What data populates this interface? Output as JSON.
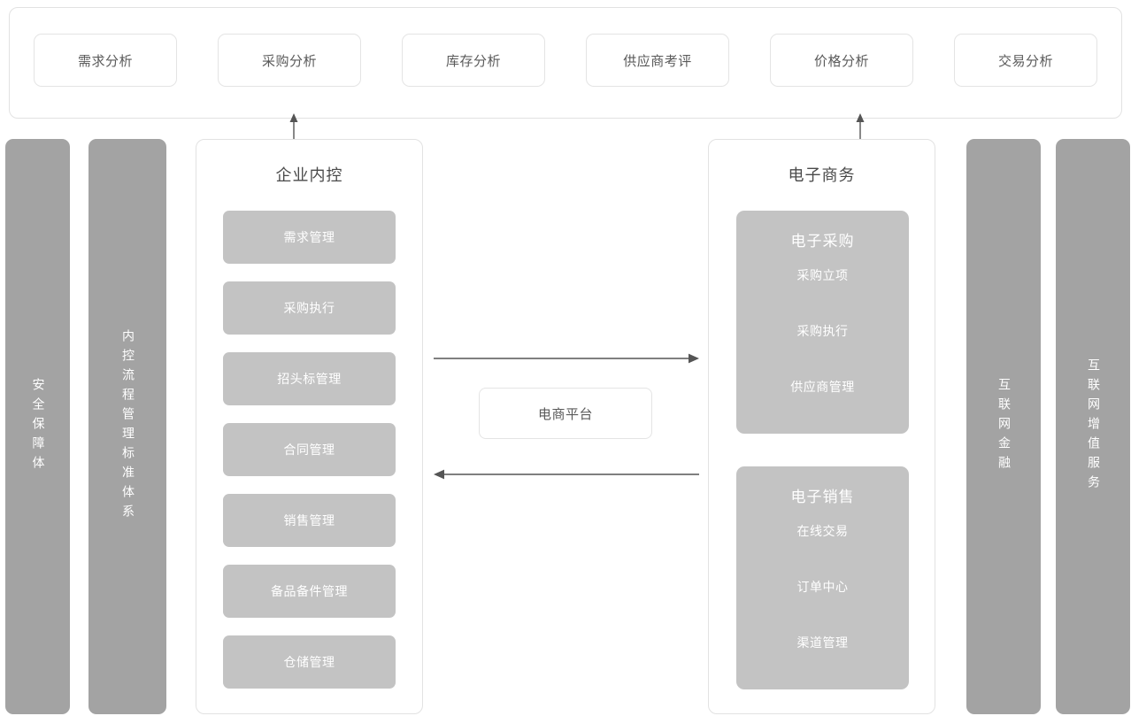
{
  "analysis_bar": {
    "cards": [
      {
        "label": "需求分析"
      },
      {
        "label": "采购分析"
      },
      {
        "label": "库存分析"
      },
      {
        "label": "供应商考评"
      },
      {
        "label": "价格分析"
      },
      {
        "label": "交易分析"
      }
    ]
  },
  "side_bars": {
    "security": {
      "label": "安全保障体"
    },
    "control_flow": {
      "label": "内控流程管理标准体系"
    },
    "internet_finance": {
      "label": "互联网金融"
    },
    "internet_vas": {
      "label": "互联网增值服务"
    }
  },
  "internal_control": {
    "title": "企业内控",
    "blocks": [
      {
        "label": "需求管理"
      },
      {
        "label": "采购执行"
      },
      {
        "label": "招头标管理"
      },
      {
        "label": "合同管理"
      },
      {
        "label": "销售管理"
      },
      {
        "label": "备品备件管理"
      },
      {
        "label": "仓储管理"
      }
    ]
  },
  "ecommerce": {
    "title": "电子商务",
    "groups": [
      {
        "title": "电子采购",
        "items": [
          {
            "label": "采购立项"
          },
          {
            "label": "采购执行"
          },
          {
            "label": "供应商管理"
          }
        ]
      },
      {
        "title": "电子销售",
        "items": [
          {
            "label": "在线交易"
          },
          {
            "label": "订单中心"
          },
          {
            "label": "渠道管理"
          }
        ]
      }
    ]
  },
  "platform": {
    "label": "电商平台"
  },
  "colors": {
    "sidebar_gray": "#a3a3a3",
    "block_gray": "#c3c3c3",
    "panel_border": "#e2e2e2",
    "text_dark": "#4a4a4a",
    "text_white": "#ffffff",
    "arrow": "#555555"
  }
}
